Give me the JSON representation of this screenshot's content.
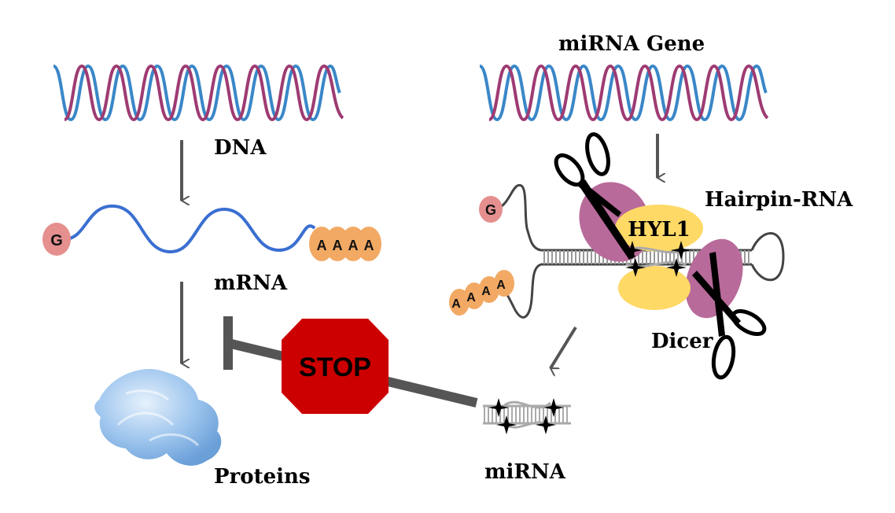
{
  "labels": {
    "dna": "DNA",
    "mirna_gene": "miRNA Gene",
    "mrna": "mRNA",
    "hairpin_rna": "Hairpin-RNA",
    "hyl1": "HYL1",
    "dicer": "Dicer",
    "stop": "STOP",
    "proteins": "Proteins",
    "mirna": "miRNA"
  },
  "cap_letters": {
    "mrna_cap": "G",
    "hairpin_cap": "G"
  },
  "poly_a": {
    "mrna_tail": [
      "A",
      "A",
      "A",
      "A"
    ],
    "hairpin_tail": [
      "A",
      "A",
      "A",
      "A"
    ]
  },
  "colors": {
    "dna_strand_blue": "#3a87c8",
    "dna_strand_purple": "#9e3b72",
    "mrna_line": "#3a6fd1",
    "cap_pink": "#e58f8f",
    "poly_a_orange": "#f2a964",
    "arrow_gray": "#555555",
    "dicer_purple": "#b86a9a",
    "hyl1_yellow": "#ffd966",
    "stop_red": "#cc0000",
    "protein_blue": "#8bb8e8",
    "hairpin_gray": "#999999"
  }
}
